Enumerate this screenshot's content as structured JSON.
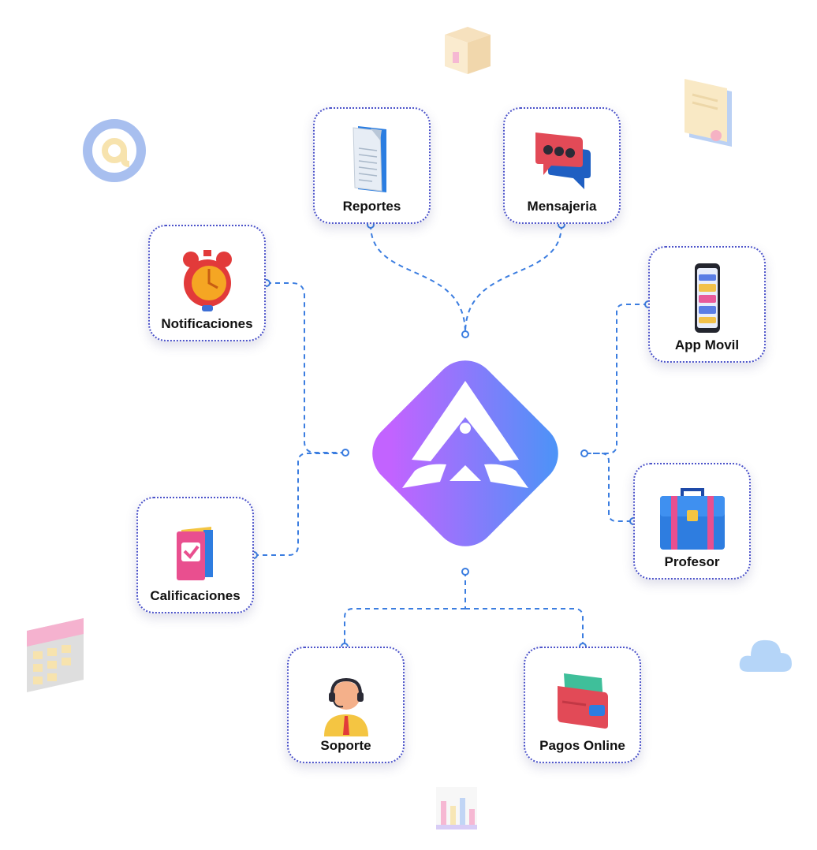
{
  "hub": {
    "logo": "a-letter-logo-icon",
    "gradient_start": "#c263ff",
    "gradient_end": "#4a94f7"
  },
  "nodes": [
    {
      "id": "reportes",
      "label": "Reportes",
      "icon": "document-icon"
    },
    {
      "id": "mensajeria",
      "label": "Mensajeria",
      "icon": "chat-bubble-icon"
    },
    {
      "id": "notificaciones",
      "label": "Notificaciones",
      "icon": "alarm-clock-icon"
    },
    {
      "id": "app-movil",
      "label": "App Movil",
      "icon": "smartphone-icon"
    },
    {
      "id": "profesor",
      "label": "Profesor",
      "icon": "briefcase-icon"
    },
    {
      "id": "calificaciones",
      "label": "Calificaciones",
      "icon": "checklist-book-icon"
    },
    {
      "id": "soporte",
      "label": "Soporte",
      "icon": "support-agent-icon"
    },
    {
      "id": "pagos-online",
      "label": "Pagos Online",
      "icon": "wallet-card-icon"
    }
  ],
  "decorations": [
    "school-building-icon",
    "certificate-icon",
    "at-sign-icon",
    "calendar-icon",
    "cloud-icon",
    "bar-chart-icon"
  ],
  "colors": {
    "card_border": "#4b52c9",
    "connector": "#3b7de0"
  }
}
